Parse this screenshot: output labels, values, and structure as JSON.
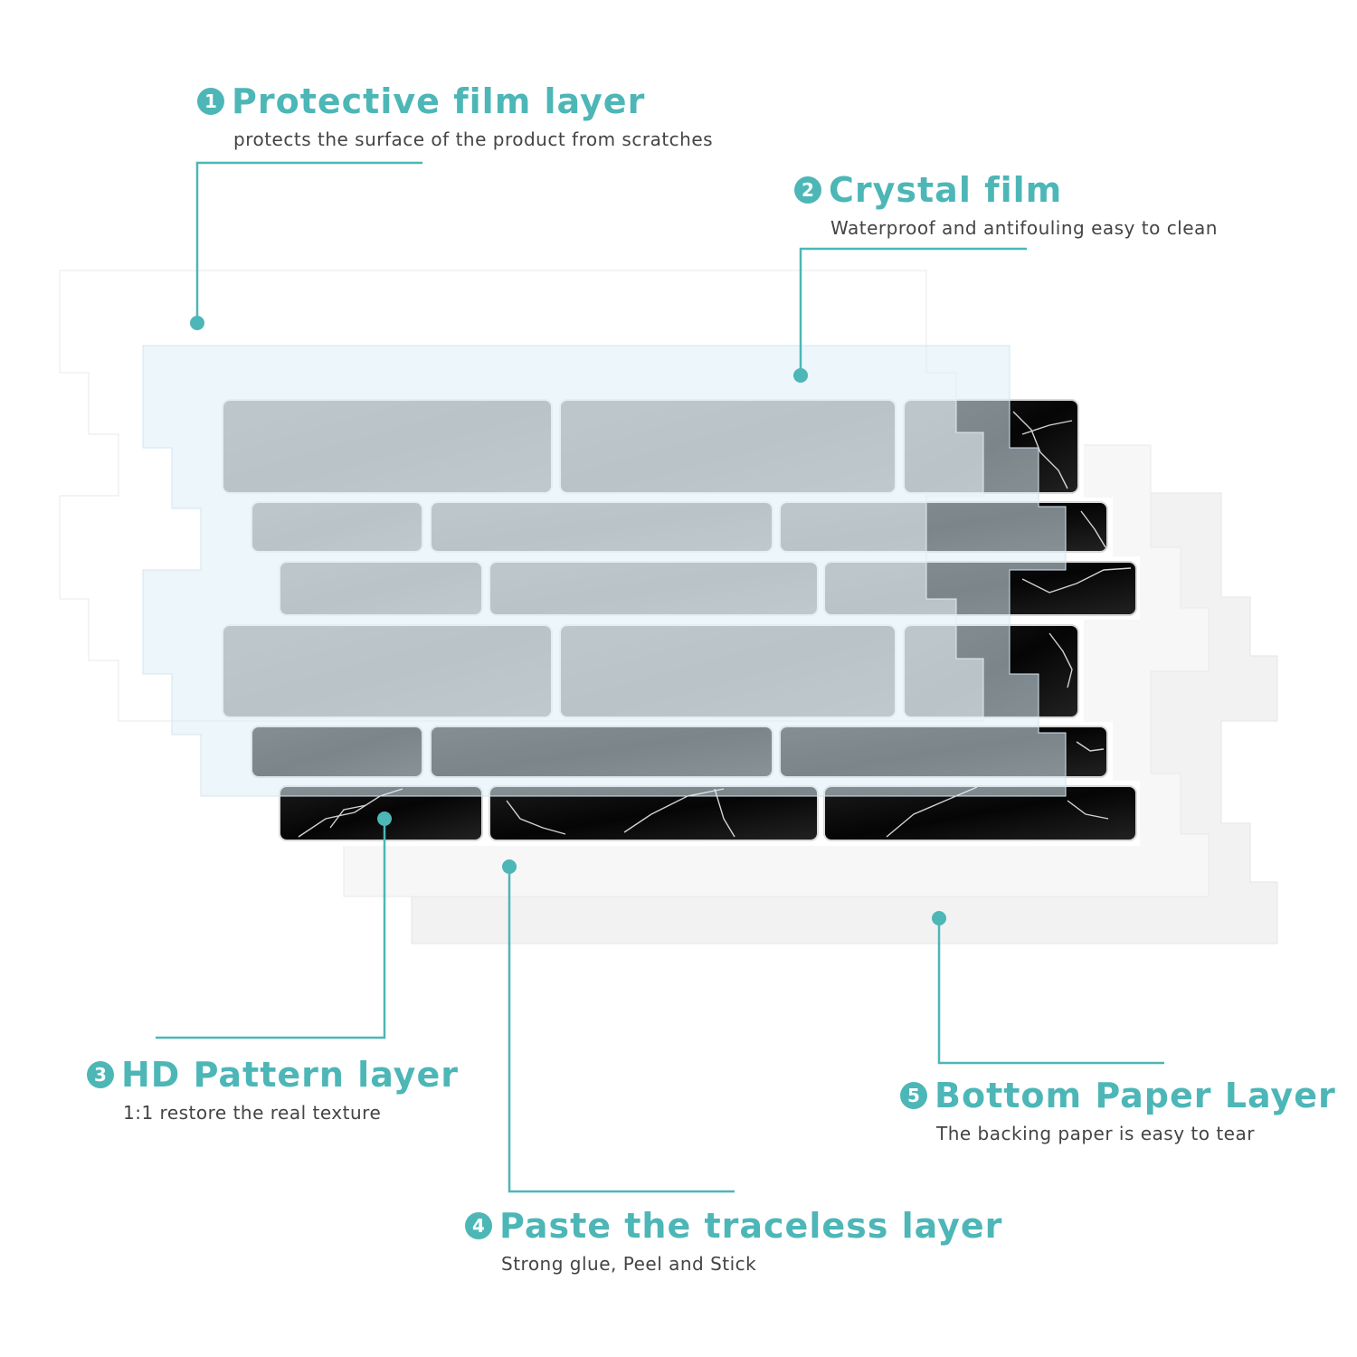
{
  "accent_color": "#4db6b7",
  "layers": [
    {
      "number": "1",
      "title": "Protective film layer",
      "description": "protects the surface of the product from scratches"
    },
    {
      "number": "2",
      "title": "Crystal film",
      "description": "Waterproof and antifouling easy to clean"
    },
    {
      "number": "3",
      "title": "HD Pattern layer",
      "description": "1:1 restore the real texture"
    },
    {
      "number": "4",
      "title": "Paste the traceless layer",
      "description": "Strong glue, Peel and Stick"
    },
    {
      "number": "5",
      "title": "Bottom Paper Layer",
      "description": "The backing paper is easy to tear"
    }
  ]
}
